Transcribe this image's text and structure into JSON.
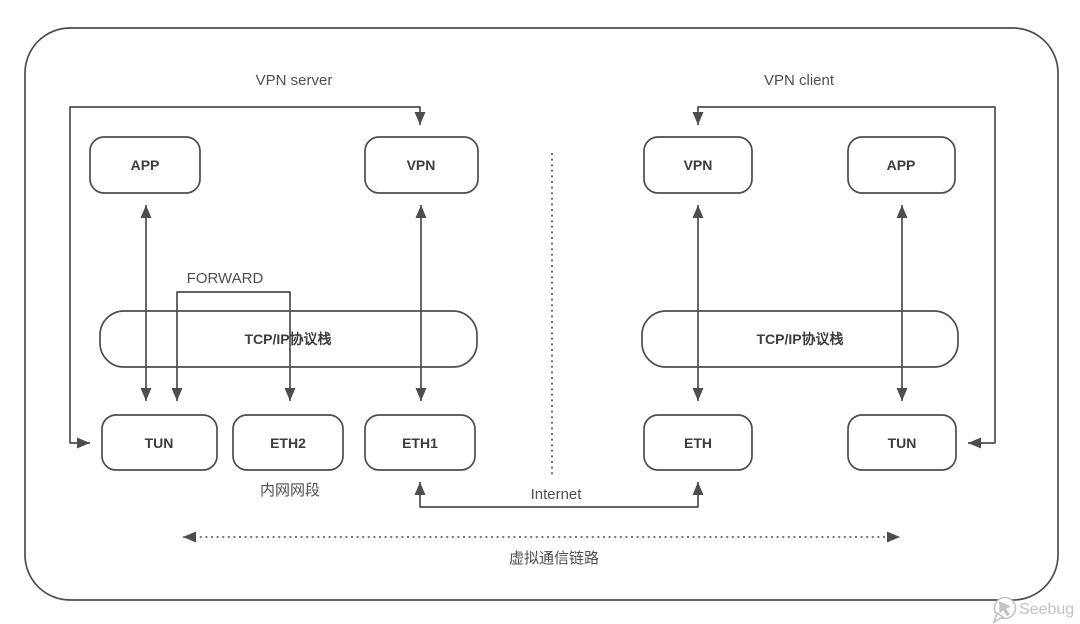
{
  "server": {
    "title": "VPN server",
    "app": "APP",
    "vpn": "VPN",
    "stack": "TCP/IP协议栈",
    "tun": "TUN",
    "eth2": "ETH2",
    "eth1": "ETH1",
    "forward": "FORWARD",
    "lan": "内网网段"
  },
  "client": {
    "title": "VPN client",
    "vpn": "VPN",
    "app": "APP",
    "stack": "TCP/IP协议栈",
    "eth": "ETH",
    "tun": "TUN"
  },
  "labels": {
    "internet": "Internet",
    "virtual_link": "虚拟通信链路"
  },
  "logo": {
    "text": "Seebug"
  },
  "colors": {
    "line": "#4d4d4d",
    "text": "#3d3d3d",
    "anno": "#4f4f4f",
    "logo": "#c3c3c3",
    "bg": "#ffffff"
  }
}
